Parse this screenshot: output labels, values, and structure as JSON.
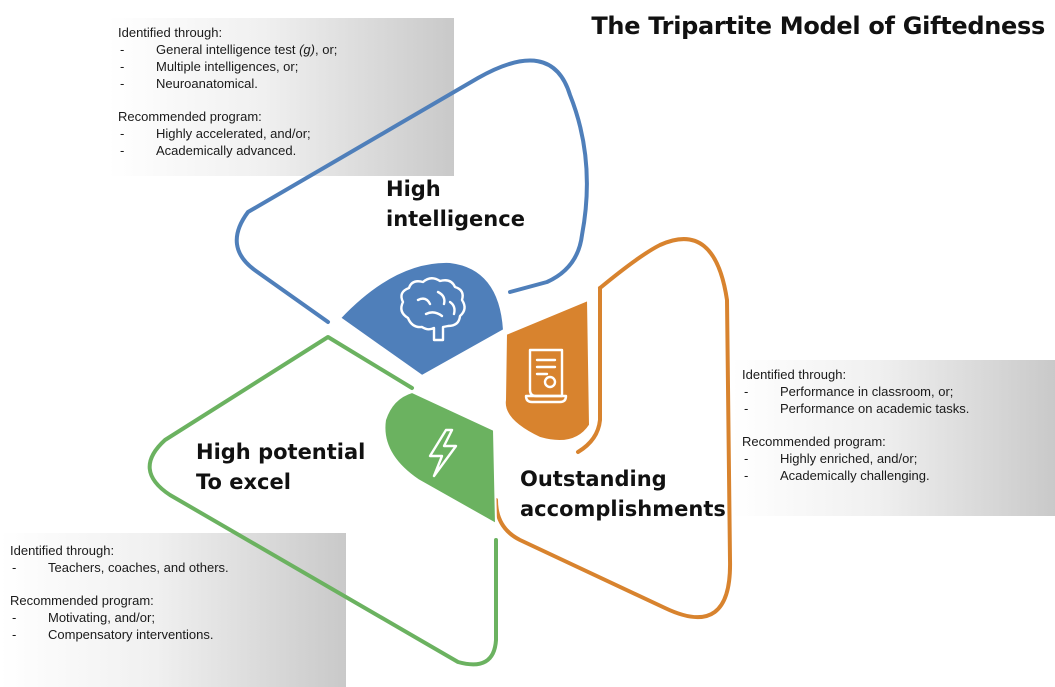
{
  "title": "The Tripartite Model of Giftedness",
  "colors": {
    "blue": "#4f7fba",
    "orange": "#d8832e",
    "green": "#6bb260"
  },
  "intelligence": {
    "label_line1": "High",
    "label_line2": "intelligence",
    "icon": "brain-icon",
    "identified_heading": "Identified through:",
    "identified": [
      "General intelligence test (g), or;",
      "Multiple intelligences, or;",
      "Neuroanatomical."
    ],
    "program_heading": "Recommended program:",
    "program": [
      "Highly accelerated, and/or;",
      "Academically advanced."
    ]
  },
  "accomplishments": {
    "label_line1": "Outstanding",
    "label_line2": "accomplishments",
    "icon": "certificate-icon",
    "identified_heading": "Identified through:",
    "identified": [
      "Performance in classroom, or;",
      "Performance on academic tasks."
    ],
    "program_heading": "Recommended program:",
    "program": [
      "Highly enriched, and/or;",
      "Academically challenging."
    ]
  },
  "potential": {
    "label_line1": "High potential",
    "label_line2": "To excel",
    "icon": "lightning-icon",
    "identified_heading": "Identified through:",
    "identified": [
      "Teachers, coaches, and others."
    ],
    "program_heading": "Recommended program:",
    "program": [
      "Motivating, and/or;",
      "Compensatory interventions."
    ]
  }
}
